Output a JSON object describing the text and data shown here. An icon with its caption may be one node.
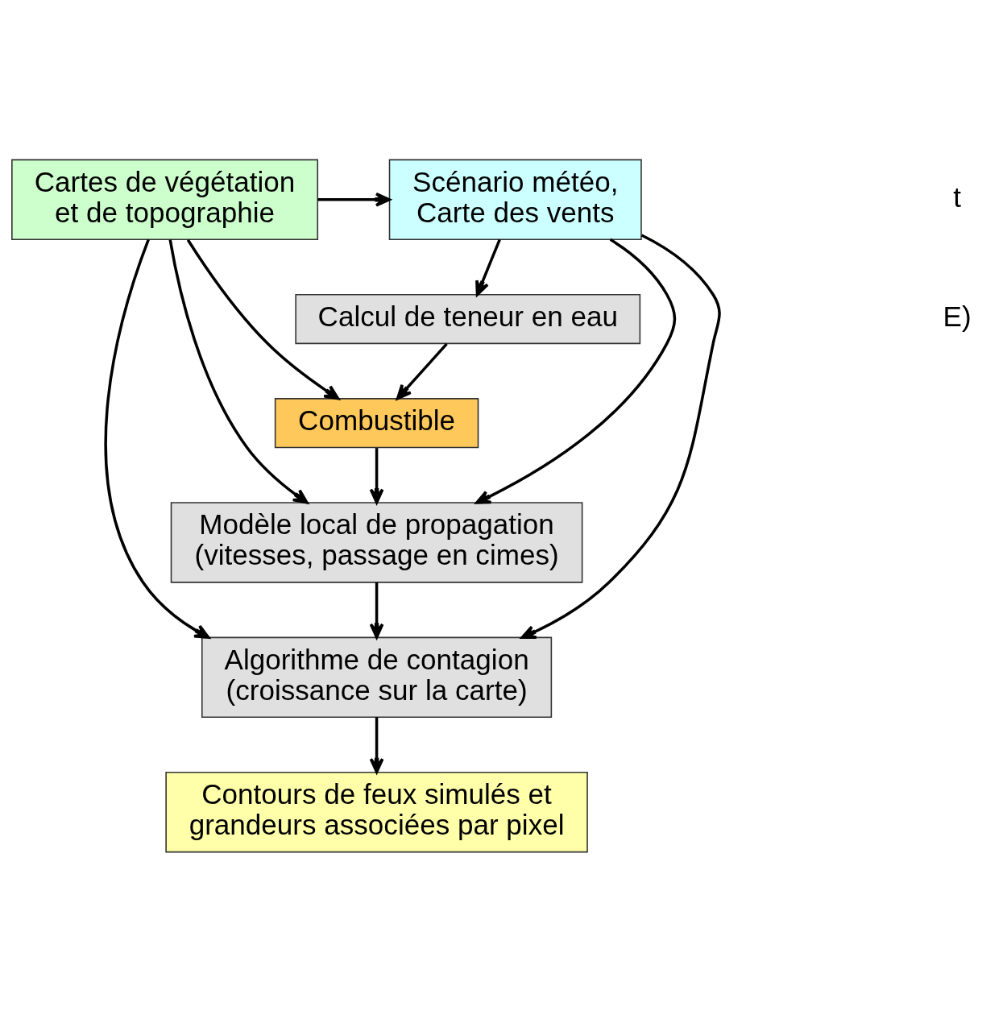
{
  "diagram": {
    "nodes": [
      {
        "text": [
          "Scénario météo, Carte des vents"
        ]
      },
      {
        "text": [
          "Cartes de végétation et de topographie"
        ]
      },
      {
        "text": [
          "Calcul de teneur en eau"
        ]
      },
      {
        "text": [
          "Combustible"
        ]
      },
      {
        "text": [
          "Modèle local de propagation (vitesses, passage en cimes)"
        ]
      },
      {
        "text": [
          "Algorithme de contagion (croissance sur la carte)"
        ]
      },
      {
        "text": [
          "Contours de feux simulés et grandeurs associées par pixel"
        ]
      }
    ],
    "edges": [
      {
        "from": 1,
        "to": 0,
        "arrow": "to"
      },
      {
        "from": 0,
        "to": 2,
        "arrow": "to"
      },
      {
        "from": 2,
        "to": 3,
        "arrow": "to"
      },
      {
        "from": 1,
        "to": 3,
        "arrow": "to"
      },
      {
        "from": 3,
        "to": 4,
        "arrow": "to"
      },
      {
        "from": 0,
        "to": 4,
        "arrow": "to"
      },
      {
        "from": 1,
        "to": 4,
        "arrow": "to"
      },
      {
        "from": 4,
        "to": 5,
        "arrow": "to"
      },
      {
        "from": 0,
        "to": 5,
        "arrow": "to"
      },
      {
        "from": 1,
        "to": 5,
        "arrow": "to"
      },
      {
        "from": 5,
        "to": 6,
        "arrow": "to"
      }
    ],
    "labels": [
      "t",
      "E)"
    ]
  }
}
